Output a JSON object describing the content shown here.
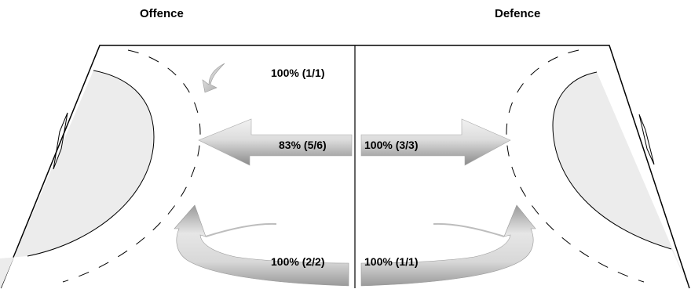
{
  "headings": {
    "offence": "Offence",
    "defence": "Defence"
  },
  "stats": {
    "offence_corner": "100% (1/1)",
    "offence_straight": "83% (5/6)",
    "defence_straight": "100% (3/3)",
    "offence_curve": "100% (2/2)",
    "defence_curve": "100% (1/1)"
  },
  "colors": {
    "court_line": "#000000",
    "goal_area": "#ececec",
    "arrow_light": "#ececec",
    "arrow_dark": "#8a8a8a"
  }
}
